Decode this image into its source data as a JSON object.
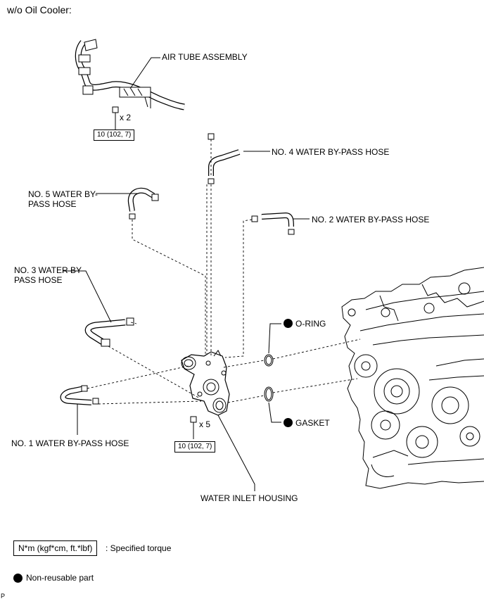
{
  "header": {
    "variant": "w/o Oil Cooler:"
  },
  "labels": {
    "air_tube": "AIR TUBE ASSEMBLY",
    "hose4": "NO. 4 WATER BY-PASS HOSE",
    "hose5": "NO. 5 WATER BY-\nPASS HOSE",
    "hose2": "NO. 2 WATER BY-PASS HOSE",
    "hose3": "NO. 3 WATER BY-\nPASS HOSE",
    "oring": "O-RING",
    "gasket": "GASKET",
    "hose1": "NO. 1 WATER BY-PASS HOSE",
    "housing": "WATER INLET HOUSING"
  },
  "bolts": {
    "top_qty": "x 2",
    "top_torque": "10 (102, 7)",
    "bottom_qty": "x 5",
    "bottom_torque": "10 (102, 7)"
  },
  "legend": {
    "torque_unit": "N*m (kgf*cm, ft.*lbf)",
    "torque_desc": ": Specified torque",
    "nonreusable_desc": "Non-reusable part"
  },
  "footer": {
    "code": "P"
  }
}
